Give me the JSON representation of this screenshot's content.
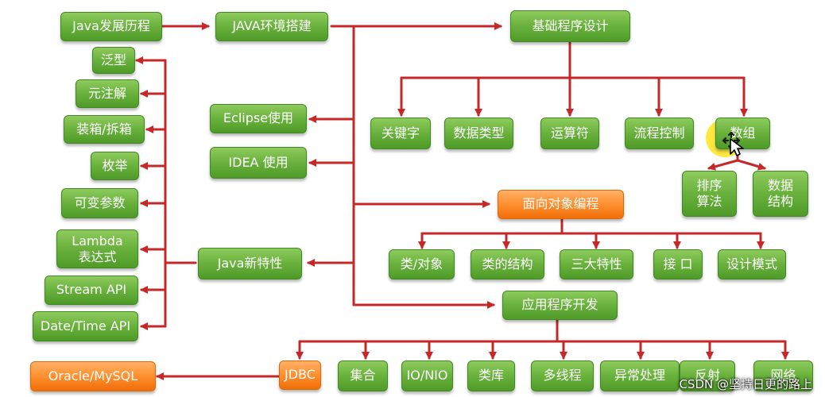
{
  "diagram": {
    "nodes": {
      "java_history": "Java发展历程",
      "java_env": "JAVA环境搭建",
      "basic_design": "基础程序设计",
      "generic": "泛型",
      "annotation": "元注解",
      "boxing": "装箱/拆箱",
      "enum": "枚举",
      "varargs": "可变参数",
      "lambda": "Lambda\n表达式",
      "stream_api": "Stream API",
      "datetime_api": "Date/Time API",
      "eclipse": "Eclipse使用",
      "idea": "IDEA 使用",
      "java_new": "Java新特性",
      "keyword": "关键字",
      "data_type": "数据类型",
      "operator": "运算符",
      "flow_control": "流程控制",
      "array": "数组",
      "sort_algo": "排序\n算法",
      "data_structure": "数据\n结构",
      "oop": "面向对象编程",
      "class_object": "类/对象",
      "class_structure": "类的结构",
      "three_features": "三大特性",
      "interface": "接 口",
      "design_patterns": "设计模式",
      "app_dev": "应用程序开发",
      "oracle_mysql": "Oracle/MySQL",
      "jdbc": "JDBC",
      "collection": "集合",
      "io_nio": "IO/NIO",
      "class_lib": "类库",
      "multithread": "多线程",
      "exception": "异常处理",
      "reflection": "反射",
      "network": "网络"
    }
  },
  "watermark": "CSDN @坚持日更的路上",
  "icons": {
    "cursor": "move-cursor-icon",
    "highlight": "cursor-highlight"
  },
  "colors": {
    "green": "#6ab23d",
    "orange": "#ff8f2f",
    "arrow": "#c62828",
    "highlight": "#ffe200"
  }
}
